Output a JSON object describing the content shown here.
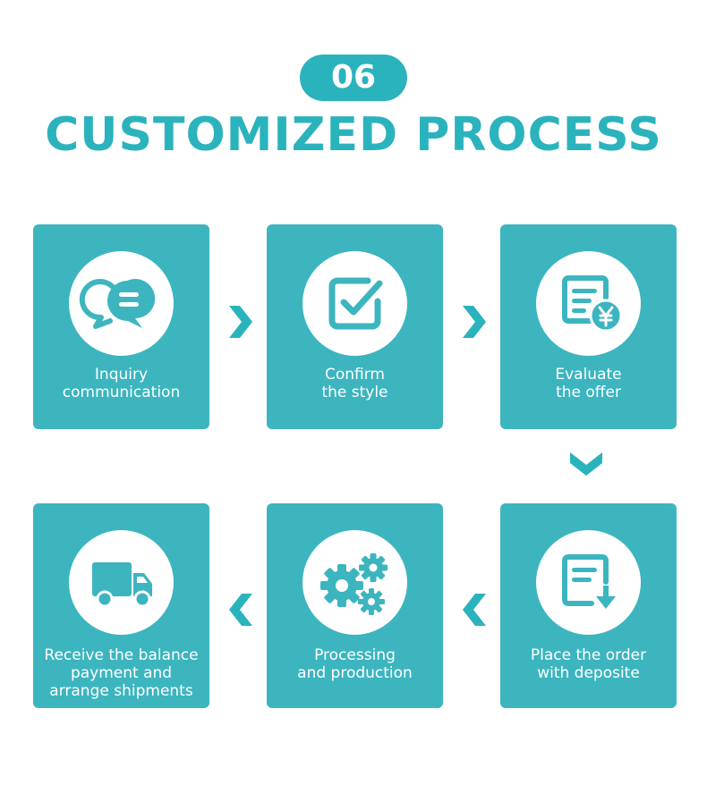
{
  "header": {
    "badge": "06",
    "title": "CUSTOMIZED PROCESS"
  },
  "steps": [
    {
      "lines": [
        "Inquiry",
        "communication"
      ],
      "icon": "chat-bubbles-icon"
    },
    {
      "lines": [
        "Confirm",
        "the style"
      ],
      "icon": "checkbox-icon"
    },
    {
      "lines": [
        "Evaluate",
        "the offer"
      ],
      "icon": "yen-invoice-icon"
    },
    {
      "lines": [
        "Place the order",
        "with deposite"
      ],
      "icon": "document-download-icon"
    },
    {
      "lines": [
        "Processing",
        "and production"
      ],
      "icon": "gears-icon"
    },
    {
      "lines": [
        "Receive the balance",
        "payment and",
        "arrange shipments"
      ],
      "icon": "delivery-truck-icon"
    }
  ],
  "colors": {
    "accent": "#2bb3bd",
    "card": "#3cb5bf",
    "white": "#ffffff"
  },
  "arrows": [
    "chevron-right-icon",
    "chevron-right-icon",
    "chevron-down-icon",
    "chevron-left-icon",
    "chevron-left-icon"
  ]
}
